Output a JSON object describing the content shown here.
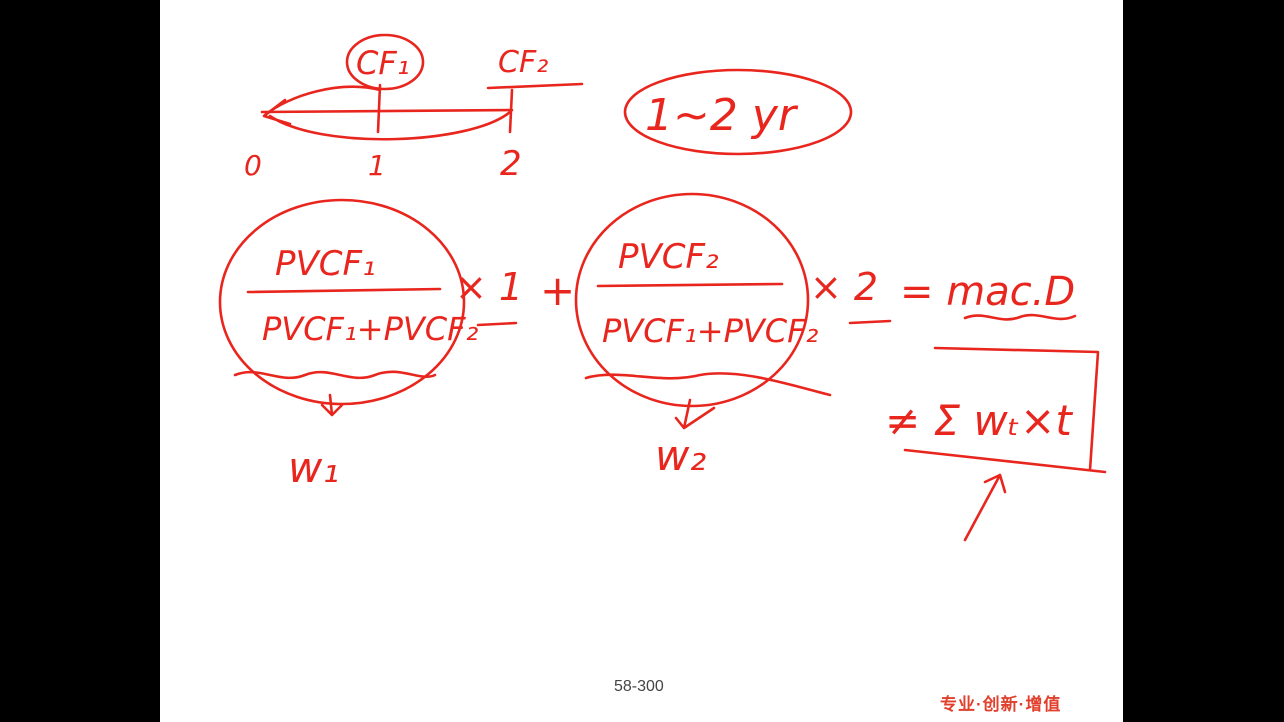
{
  "slide": {
    "page_number": "58-300",
    "brand_slogan": "专业·创新·增值",
    "ink_color": "#e8261e"
  },
  "annotations": {
    "cf1": "CF₁",
    "cf2": "CF₂",
    "t0": "0",
    "t1": "1",
    "t2": "2",
    "horizon": "1~2 yr",
    "frac1_num": "PVCF₁",
    "frac1_den": "PVCF₁+PVCF₂",
    "times1": "× 1",
    "plus": "+",
    "frac2_num": "PVCF₂",
    "frac2_den": "PVCF₁+PVCF₂",
    "times2": "× 2",
    "equals": "= mac.D",
    "not_equal": "≠ Σ wₜ×t",
    "w1": "w₁",
    "w2": "w₂"
  }
}
